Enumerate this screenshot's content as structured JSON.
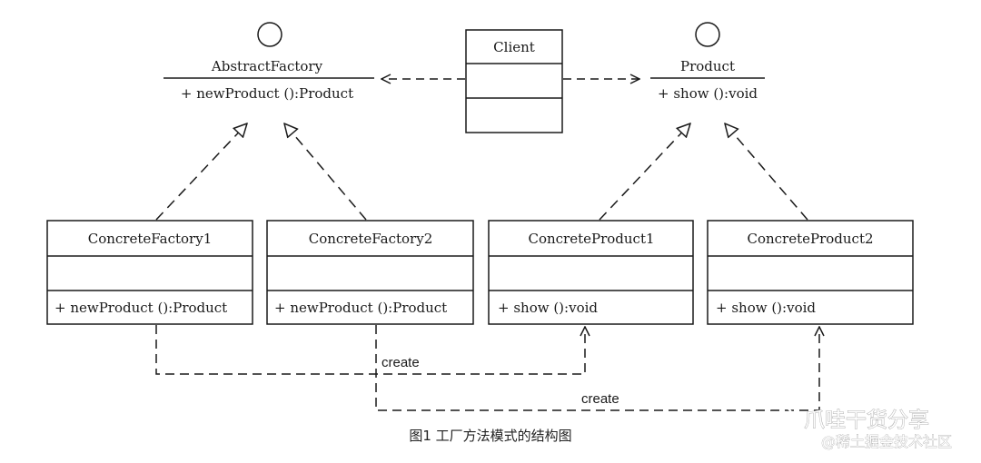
{
  "interfaces": {
    "abstract_factory": {
      "name": "AbstractFactory",
      "op": "+ newProduct ():Product"
    },
    "product": {
      "name": "Product",
      "op": "+ show ():void"
    }
  },
  "client": {
    "name": "Client"
  },
  "classes": {
    "concrete_factory1": {
      "name": "ConcreteFactory1",
      "op": "+ newProduct ():Product"
    },
    "concrete_factory2": {
      "name": "ConcreteFactory2",
      "op": "+ newProduct ():Product"
    },
    "concrete_product1": {
      "name": "ConcreteProduct1",
      "op": "+ show ():void"
    },
    "concrete_product2": {
      "name": "ConcreteProduct2",
      "op": "+ show ():void"
    }
  },
  "relations": {
    "create1": "create",
    "create2": "create"
  },
  "caption": "图1 工厂方法模式的结构图",
  "watermark": {
    "line1": "爪哇干货分享",
    "line2": "@稀土掘金技术社区"
  }
}
